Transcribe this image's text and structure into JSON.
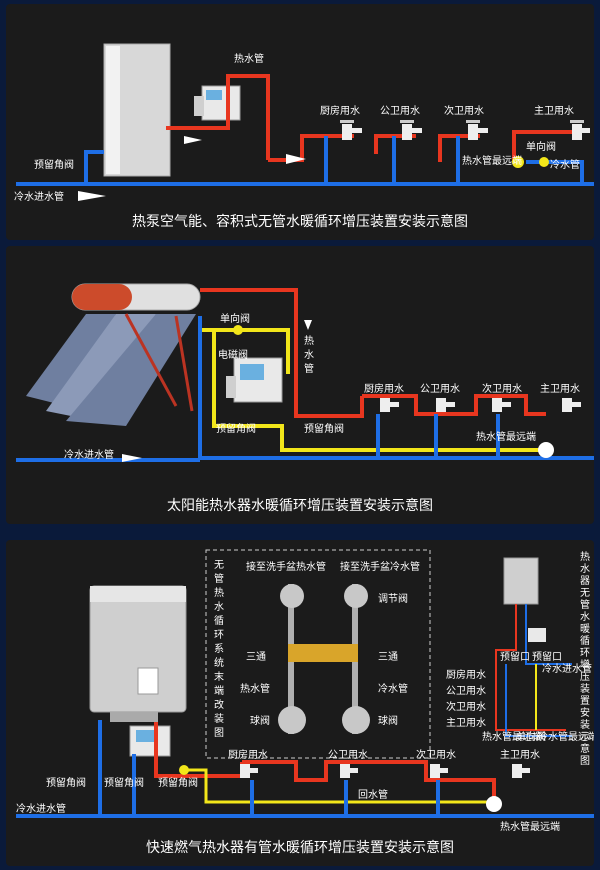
{
  "panel1": {
    "hot_pipe": "热水管",
    "kitchen": "厨房用水",
    "public_bath": "公卫用水",
    "second_bath": "次卫用水",
    "master_bath": "主卫用水",
    "reserved_valve": "预留角阀",
    "cold_inlet": "冷水进水管",
    "far_end": "热水管最远端",
    "check_valve": "单向阀",
    "cold_pipe": "冷水管",
    "caption": "热泵空气能、容积式无管水暖循环增压装置安装示意图"
  },
  "panel2": {
    "check_valve": "单向阀",
    "solenoid_valve": "电磁阀",
    "hot_pipe_v": [
      "热",
      "水",
      "管"
    ],
    "kitchen": "厨房用水",
    "public_bath": "公卫用水",
    "second_bath": "次卫用水",
    "master_bath": "主卫用水",
    "reserved_valve_a": "预留角阀",
    "reserved_valve_b": "预留角阀",
    "far_end": "热水管最远端",
    "cold_inlet": "冷水进水管",
    "caption": "太阳能热水器水暖循环增压装置安装示意图"
  },
  "panel3": {
    "left_vertical": [
      "无",
      "管",
      "热",
      "水",
      "循",
      "环",
      "系",
      "统",
      "末",
      "端",
      "改",
      "装",
      "图"
    ],
    "to_basin_hot": "接至洗手盆热水管",
    "to_basin_cold": "接至洗手盆冷水管",
    "adjust_valve": "调节阀",
    "tee_left": "三通",
    "tee_right": "三通",
    "hot_pipe": "热水管",
    "cold_pipe": "冷水管",
    "ball_valve_left": "球阀",
    "ball_valve_right": "球阀",
    "right_vertical": [
      "热",
      "水",
      "器",
      "无",
      "管",
      "水",
      "暖",
      "循",
      "环",
      "增",
      "压",
      "装",
      "置",
      "安",
      "装",
      "示",
      "意",
      "图"
    ],
    "mini_reserve_1": "预留口",
    "mini_reserve_2": "预留口",
    "mini_cold_inlet": "冷水进水管",
    "mini_kitchen": "厨房用水",
    "mini_public": "公卫用水",
    "mini_second": "次卫用水",
    "mini_master": "主卫用水",
    "mini_far": "热水管最远端",
    "mini_check": "单向阀",
    "mini_cold": "冷水管最远端",
    "reserved_valve_1": "预留角阀",
    "reserved_valve_2": "预留角阀",
    "reserved_valve_3": "预留角阀",
    "kitchen": "厨房用水",
    "public_bath": "公卫用水",
    "second_bath": "次卫用水",
    "master_bath": "主卫用水",
    "return_pipe": "回水管",
    "cold_inlet": "冷水进水管",
    "far_end": "热水管最远端",
    "caption": "快速燃气热水器有管水暖循环增压装置安装示意图"
  },
  "colors": {
    "background": "#0a1a3a",
    "panel": "#1a1a1a",
    "hot": "#e8361f",
    "cold": "#1e6ee6",
    "return": "#f2e61a",
    "caption_bg": "#0c0c0c"
  }
}
